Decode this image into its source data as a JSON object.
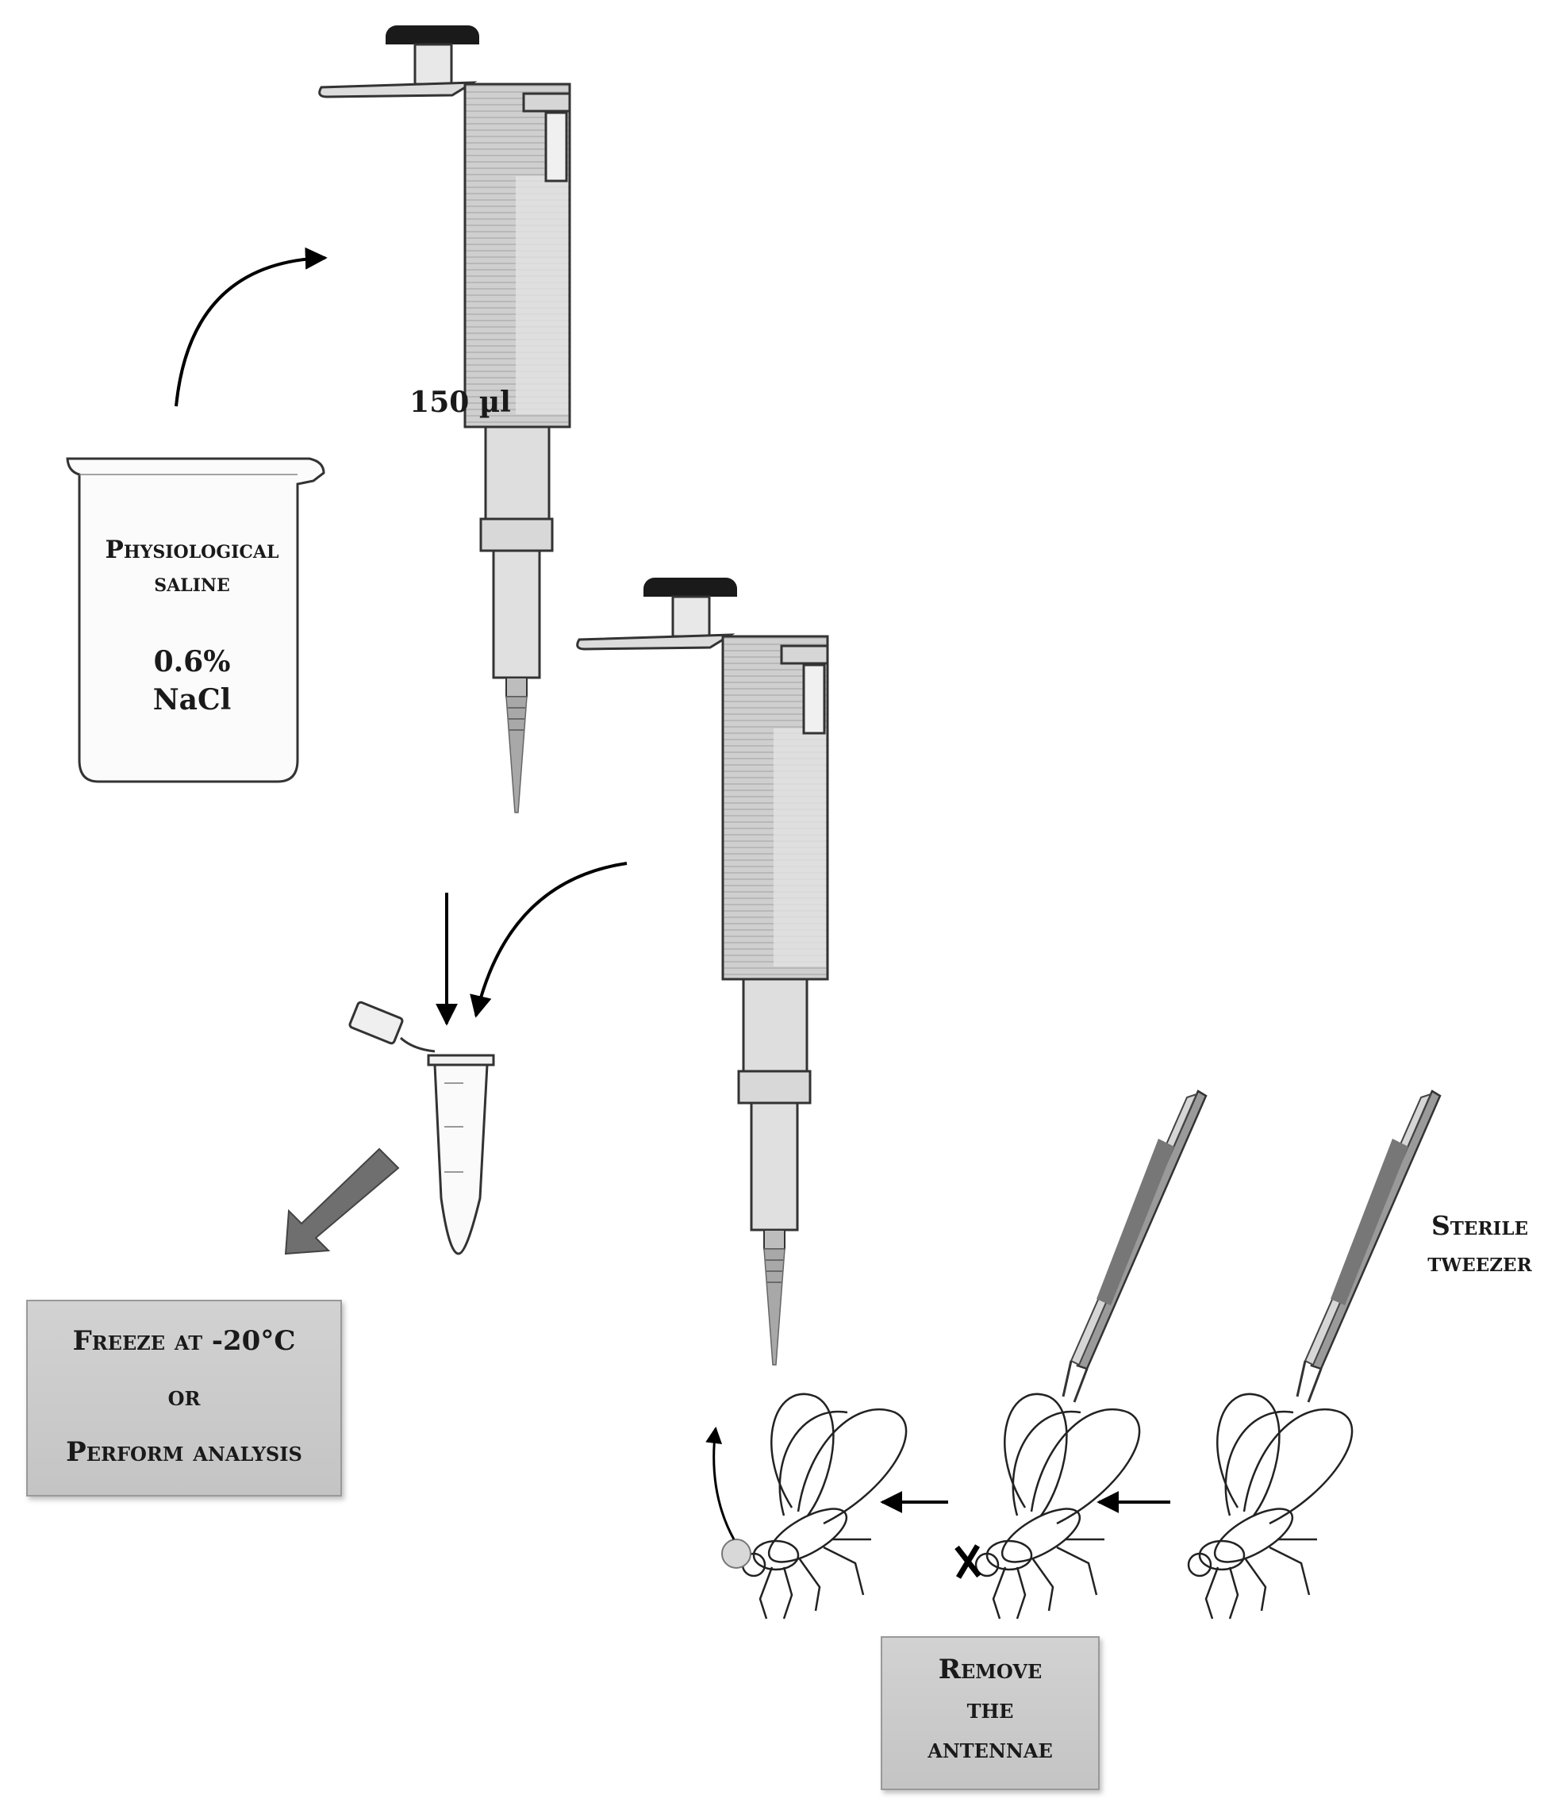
{
  "beaker": {
    "line1": "Physiological",
    "line2": "saline",
    "concentration": "0.6%",
    "compound": "NaCl"
  },
  "pipette_volume": "150 µl",
  "tweezer_label": {
    "line1": "Sterile",
    "line2": "tweezer"
  },
  "freeze_box": {
    "line1": "Freeze at -20°C",
    "line2": "or",
    "line3": "Perform analysis"
  },
  "remove_box": {
    "line1": "Remove",
    "line2": "the",
    "line3": "antennae"
  }
}
